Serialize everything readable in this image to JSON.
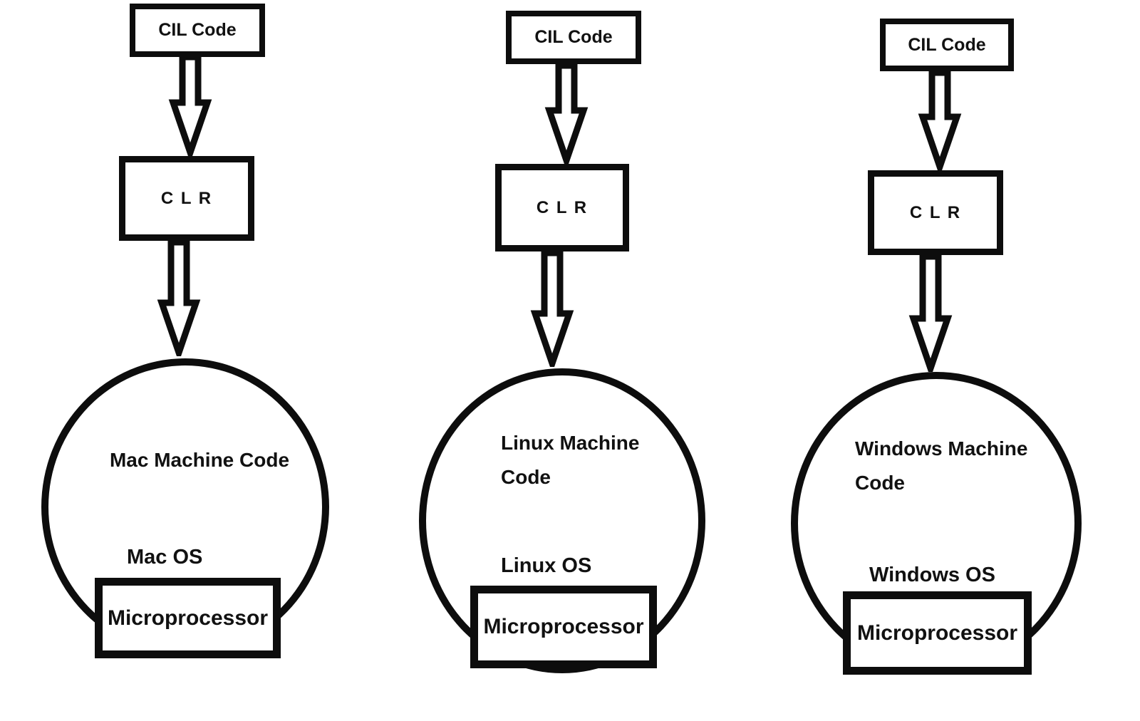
{
  "diagram": {
    "background_color": "#ffffff",
    "stroke_color": "#0d0d0d",
    "text_color": "#111111",
    "columns": [
      {
        "name": "mac",
        "cil_box_label": "CIL Code",
        "clr_box_label": "C L R",
        "machine_code_label": "Mac Machine Code",
        "os_label": "Mac OS",
        "microprocessor_label": "Microprocessor"
      },
      {
        "name": "linux",
        "cil_box_label": "CIL Code",
        "clr_box_label": "C L R",
        "machine_code_label": "Linux Machine Code",
        "os_label": "Linux OS",
        "microprocessor_label": "Microprocessor"
      },
      {
        "name": "windows",
        "cil_box_label": "CIL Code",
        "clr_box_label": "C L R",
        "machine_code_label": "Windows Machine Code",
        "os_label": "Windows OS",
        "microprocessor_label": "Microprocessor"
      }
    ]
  }
}
